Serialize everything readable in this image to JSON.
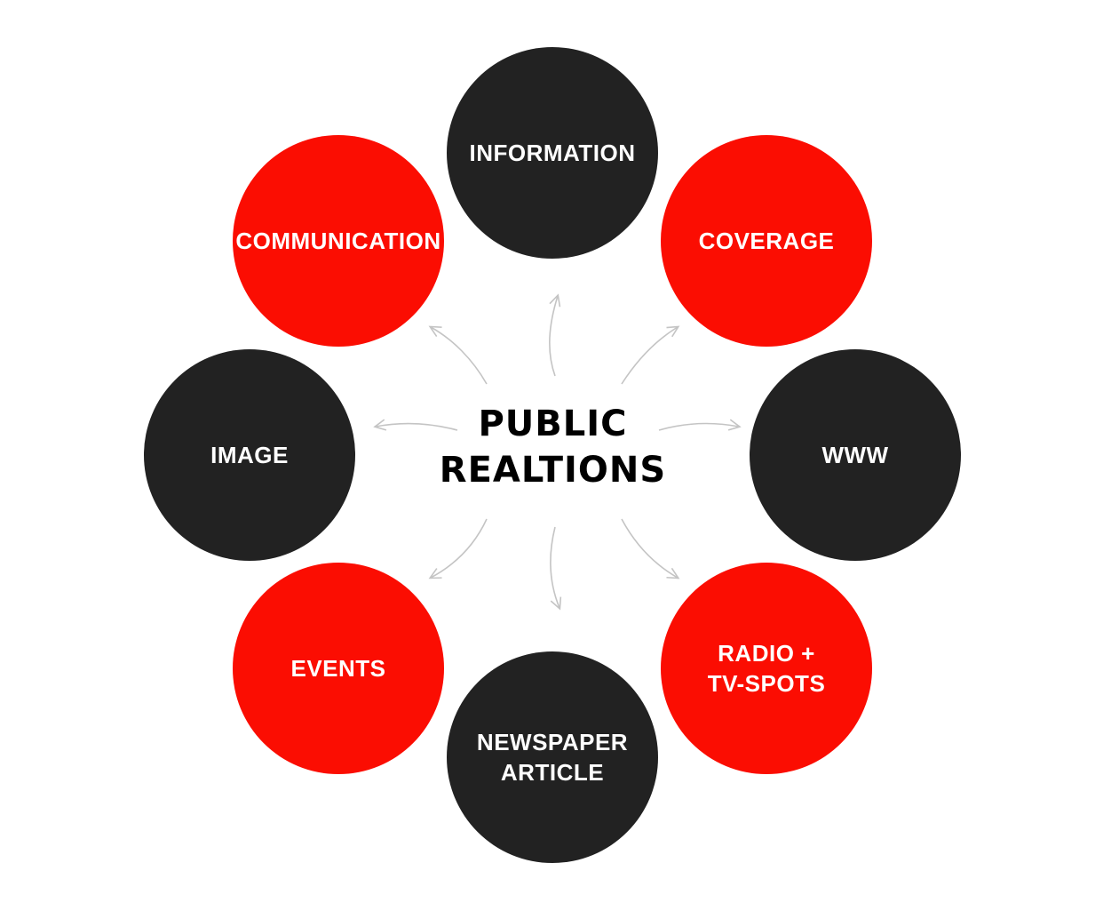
{
  "diagram": {
    "center": {
      "lines": [
        "PUBLIC",
        "REALTIONS"
      ]
    },
    "colors": {
      "dark": "#222222",
      "red": "#fb0d02",
      "arrow": "#c4c4c4",
      "text": "#ffffff",
      "center_text": "#000000"
    },
    "nodes": [
      {
        "id": "information",
        "label": "INFORMATION",
        "color": "dark"
      },
      {
        "id": "coverage",
        "label": "COVERAGE",
        "color": "red"
      },
      {
        "id": "www",
        "label": "WWW",
        "color": "dark"
      },
      {
        "id": "radio-tv-spots",
        "label": "RADIO +\nTV-SPOTS",
        "color": "red"
      },
      {
        "id": "newspaper-article",
        "label": "NEWSPAPER\nARTICLE",
        "color": "dark"
      },
      {
        "id": "events",
        "label": "EVENTS",
        "color": "red"
      },
      {
        "id": "image",
        "label": "IMAGE",
        "color": "dark"
      },
      {
        "id": "communication",
        "label": "COMMUNICATION",
        "color": "red"
      }
    ]
  }
}
